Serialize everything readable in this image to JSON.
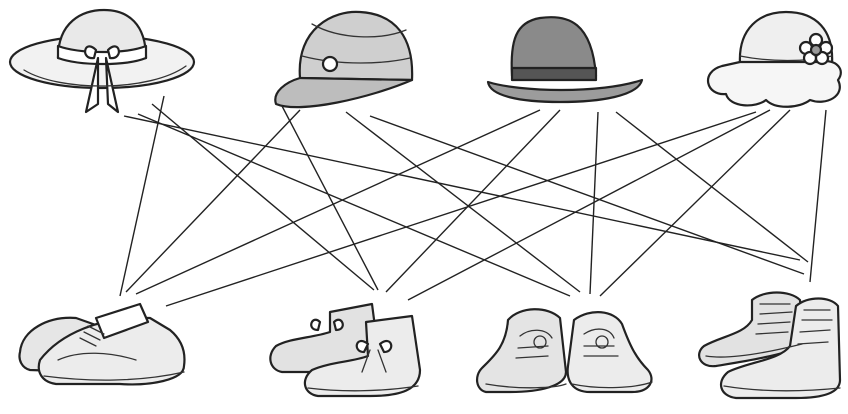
{
  "diagram": {
    "type": "matching-lines",
    "description_free": true,
    "hats": [
      {
        "id": "sunhat-with-bow",
        "icon": "sun-hat-bow-icon"
      },
      {
        "id": "cap",
        "icon": "baseball-cap-icon"
      },
      {
        "id": "fedora",
        "icon": "fedora-hat-icon"
      },
      {
        "id": "flower-hat",
        "icon": "cloche-flower-hat-icon"
      }
    ],
    "shoes": [
      {
        "id": "sneakers",
        "icon": "sneakers-icon"
      },
      {
        "id": "bow-boots",
        "icon": "bow-boots-icon"
      },
      {
        "id": "lace-shoes",
        "icon": "lace-up-shoes-icon"
      },
      {
        "id": "high-tops",
        "icon": "high-top-shoes-icon"
      }
    ],
    "connections": [
      [
        "sunhat-with-bow",
        "sneakers"
      ],
      [
        "sunhat-with-bow",
        "bow-boots"
      ],
      [
        "sunhat-with-bow",
        "lace-shoes"
      ],
      [
        "sunhat-with-bow",
        "high-tops"
      ],
      [
        "cap",
        "sneakers"
      ],
      [
        "cap",
        "bow-boots"
      ],
      [
        "cap",
        "lace-shoes"
      ],
      [
        "cap",
        "high-tops"
      ],
      [
        "fedora",
        "sneakers"
      ],
      [
        "fedora",
        "bow-boots"
      ],
      [
        "fedora",
        "lace-shoes"
      ],
      [
        "fedora",
        "high-tops"
      ],
      [
        "flower-hat",
        "sneakers"
      ],
      [
        "flower-hat",
        "bow-boots"
      ],
      [
        "flower-hat",
        "lace-shoes"
      ],
      [
        "flower-hat",
        "high-tops"
      ]
    ],
    "colors": {
      "ink": "#222222",
      "hat_fill_light": "#f2f2f2",
      "hat_fill_dark": "#8a8a8a",
      "shoe_fill": "#e6e6e6"
    }
  }
}
